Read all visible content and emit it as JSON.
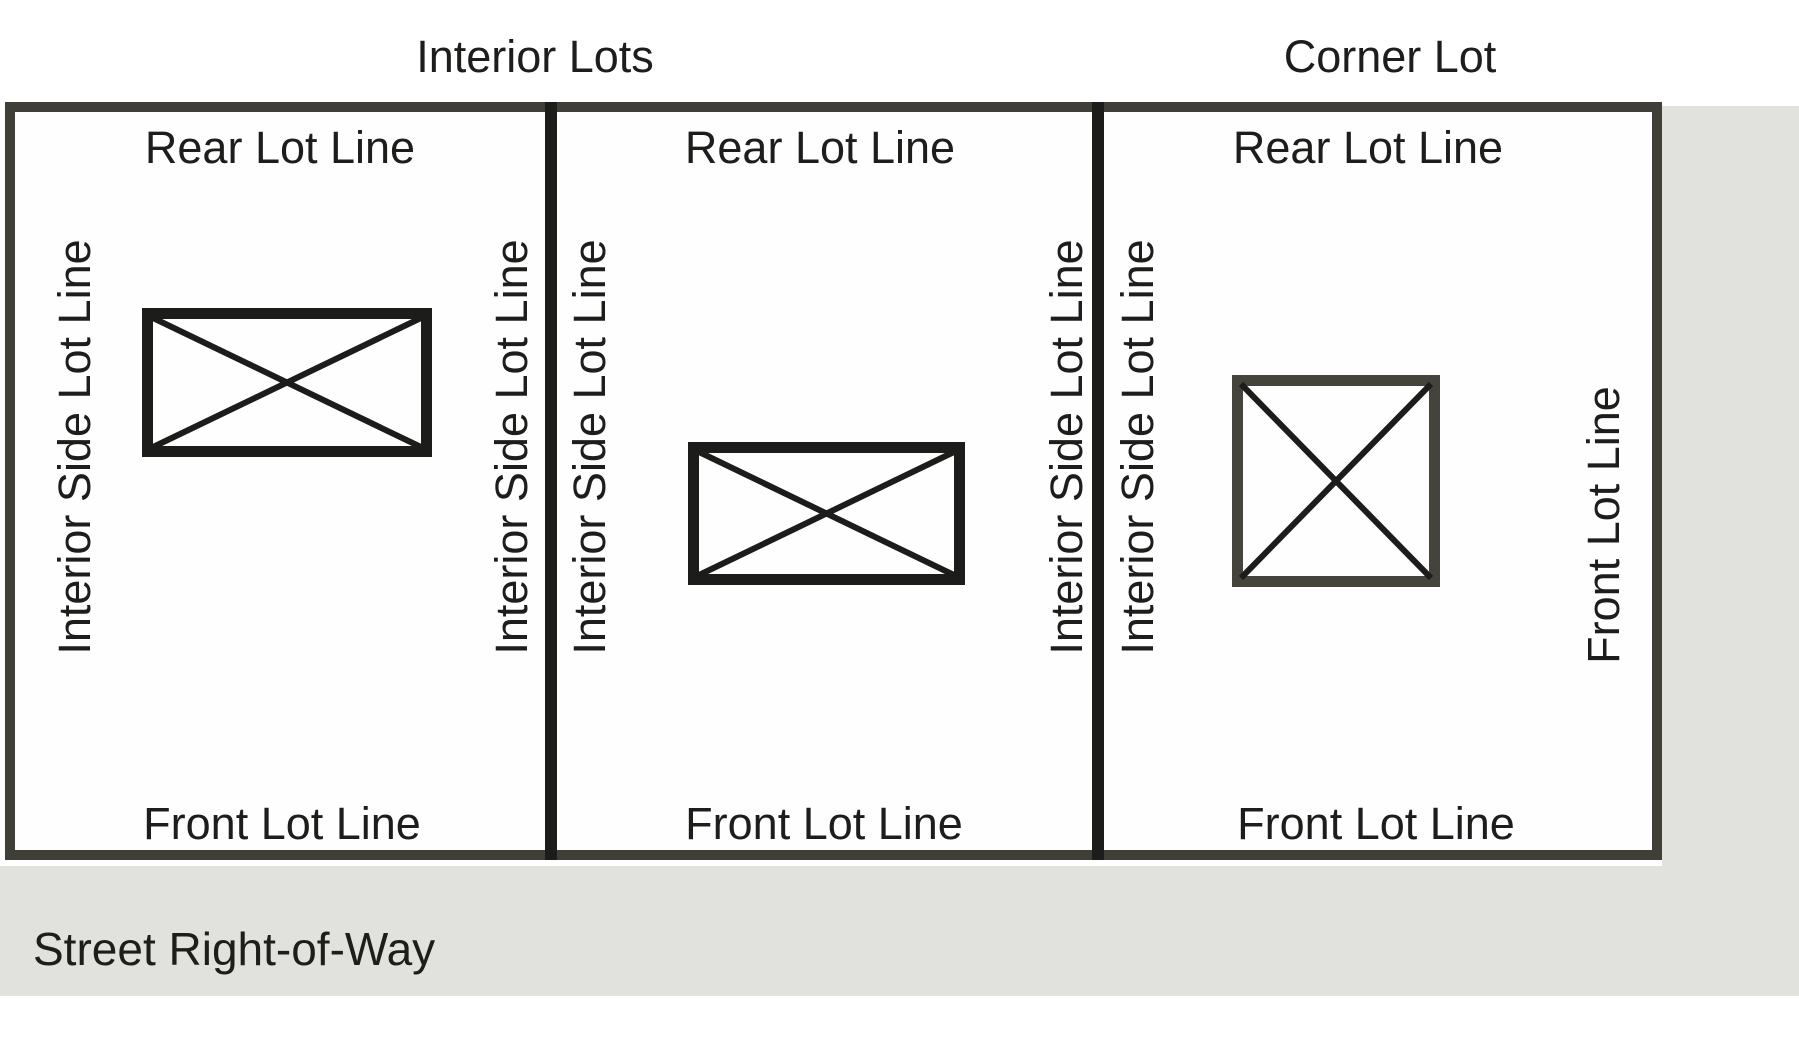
{
  "titles": {
    "interior": "Interior Lots",
    "corner": "Corner Lot"
  },
  "street": {
    "label": "Street Right-of-Way"
  },
  "lots": [
    {
      "name": "interior-lot-1",
      "rear_label": "Rear Lot Line",
      "front_label": "Front Lot Line",
      "left_label": "Interior Side Lot Line",
      "right_label": "Interior Side Lot Line"
    },
    {
      "name": "interior-lot-2",
      "rear_label": "Rear Lot Line",
      "front_label": "Front Lot Line",
      "left_label": "Interior Side Lot Line",
      "right_label": "Interior Side Lot Line"
    },
    {
      "name": "corner-lot",
      "rear_label": "Rear Lot Line",
      "front_label": "Front Lot Line",
      "left_label": "Interior Side Lot Line",
      "right_label": "Front Lot Line"
    }
  ],
  "colors": {
    "background": "#ffffff",
    "street": "#e1e1dd",
    "lot_border": "#403f37",
    "line_black": "#1c1c1a",
    "building_border_dark": "#1c1c1a",
    "building_border_gray": "#45443c",
    "text": "#1d1d1b"
  }
}
